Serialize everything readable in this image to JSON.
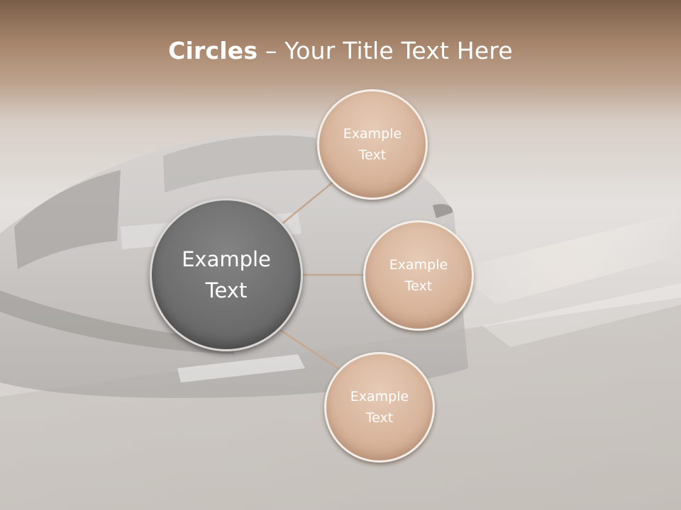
{
  "title": {
    "bold": "Circles",
    "rest": " – Your Title Text Here"
  },
  "center": {
    "label": "Example Text"
  },
  "satellites": [
    {
      "label": "Example Text"
    },
    {
      "label": "Example Text"
    },
    {
      "label": "Example Text"
    }
  ],
  "colors": {
    "accent": "#d8b59c",
    "center": "#6f6f6f",
    "connector": "#c4a890"
  }
}
